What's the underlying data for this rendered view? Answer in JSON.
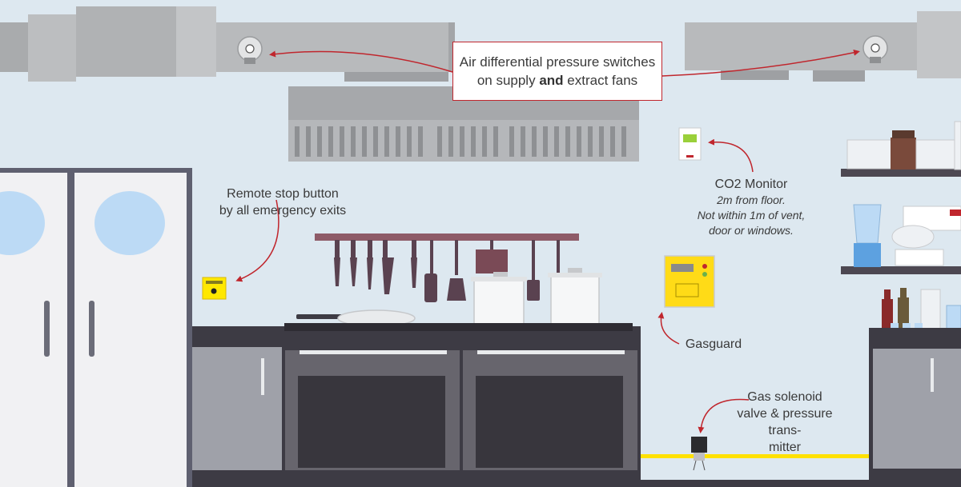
{
  "callouts": {
    "pressure_switches": {
      "line1": "Air differential pressure switches",
      "line2_pre": "on supply",
      "line2_bold": "and",
      "line2_post": "extract fans"
    },
    "remote_stop": {
      "line1": "Remote stop button",
      "line2": "by all emergency exits"
    },
    "co2_monitor": {
      "title": "CO2 Monitor",
      "note1": "2m from floor.",
      "note2": "Not within 1m of vent,",
      "note3": "door or windows."
    },
    "gasguard": {
      "title": "Gasguard"
    },
    "gas_solenoid": {
      "line1": "Gas solenoid",
      "line2": "valve & pressure trans-",
      "line3": "mitter"
    }
  },
  "colors": {
    "background": "#dde8f0",
    "duct": "#b4b6b8",
    "hood": "#a6a8ab",
    "accent_red": "#c0262d",
    "counter_top": "#3d3b44",
    "cabinet": "#9fa1a9",
    "oven": "#67656d",
    "fridge_door": "#f1f1f3",
    "porthole": "#bcdaf5",
    "gasguard_yellow": "#ffdb17",
    "gas_pipe": "#ffe100"
  },
  "icons": {
    "fan_switch": "pressure-switch-icon",
    "co2": "co2-monitor-icon",
    "gasguard": "gasguard-panel-icon",
    "solenoid": "solenoid-valve-icon",
    "stop_button": "emergency-stop-button-icon"
  }
}
